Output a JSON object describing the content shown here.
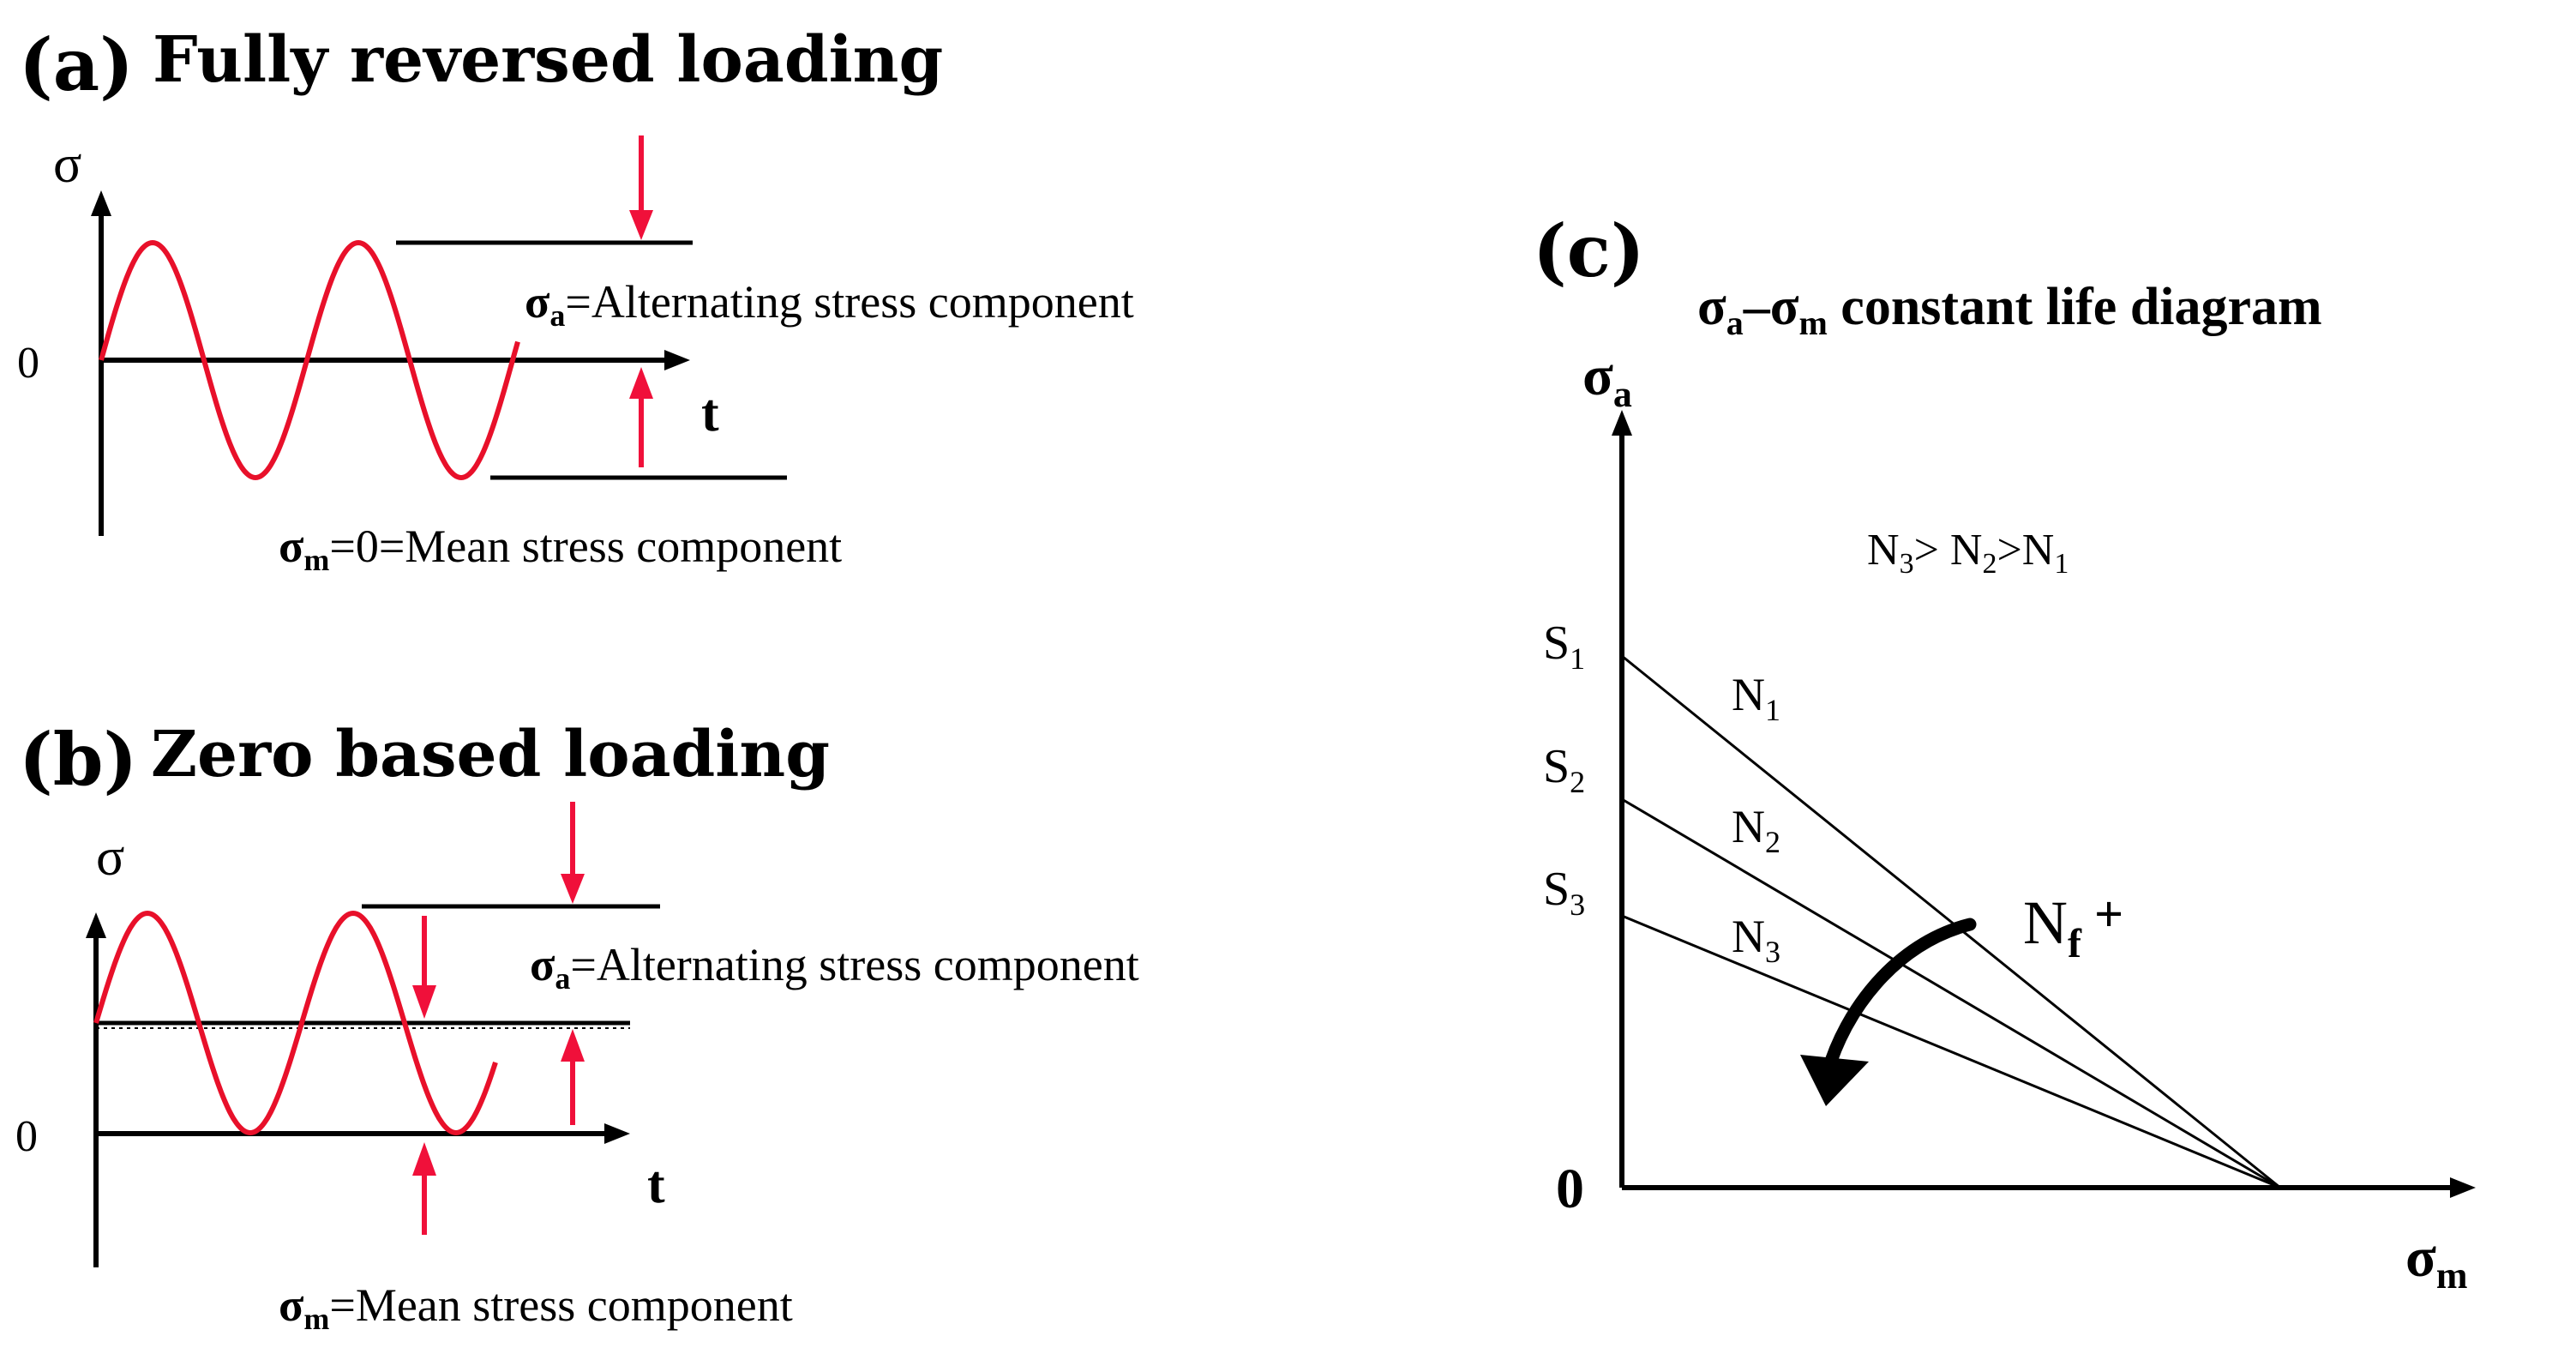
{
  "panel_a": {
    "letter": "(a)",
    "title": "Fully reversed loading",
    "axis_y": "σ",
    "axis_x": "t",
    "zero": "0",
    "sigma_a_sym": "σ",
    "sigma_a_sub": "a",
    "sigma_a_text": "=Alternating stress component",
    "sigma_m_sym": "σ",
    "sigma_m_sub": "m",
    "sigma_m_text": "=0=Mean stress component"
  },
  "panel_b": {
    "letter": "(b)",
    "title": "Zero based loading",
    "axis_y": "σ",
    "axis_x": "t",
    "zero": "0",
    "sigma_a_sym": "σ",
    "sigma_a_sub": "a",
    "sigma_a_text": "=Alternating stress component",
    "sigma_m_sym": "σ",
    "sigma_m_sub": "m",
    "sigma_m_text": "=Mean stress component"
  },
  "panel_c": {
    "letter": "(c)",
    "title_sym1": "σ",
    "title_sub1": "a",
    "title_dash": "–σ",
    "title_sub2": "m",
    "title_text": " constant life diagram",
    "axis_y_sym": "σ",
    "axis_y_sub": "a",
    "axis_x_sym": "σ",
    "axis_x_sub": "m",
    "zero": "0",
    "order_n3": "N",
    "order_n3_sub": "3",
    "order_gt1": "> N",
    "order_n2_sub": "2",
    "order_gt2": ">N",
    "order_n1_sub": "1",
    "s_labels": [
      {
        "sym": "S",
        "sub": "1"
      },
      {
        "sym": "S",
        "sub": "2"
      },
      {
        "sym": "S",
        "sub": "3"
      }
    ],
    "n_labels": [
      {
        "sym": "N",
        "sub": "1"
      },
      {
        "sym": "N",
        "sub": "2"
      },
      {
        "sym": "N",
        "sub": "3"
      }
    ],
    "nf_sym": "N",
    "nf_sub": "f",
    "nf_plus": " +"
  },
  "colors": {
    "wave": "#e8102a",
    "arrow": "#f0103a",
    "ink": "#000000"
  }
}
